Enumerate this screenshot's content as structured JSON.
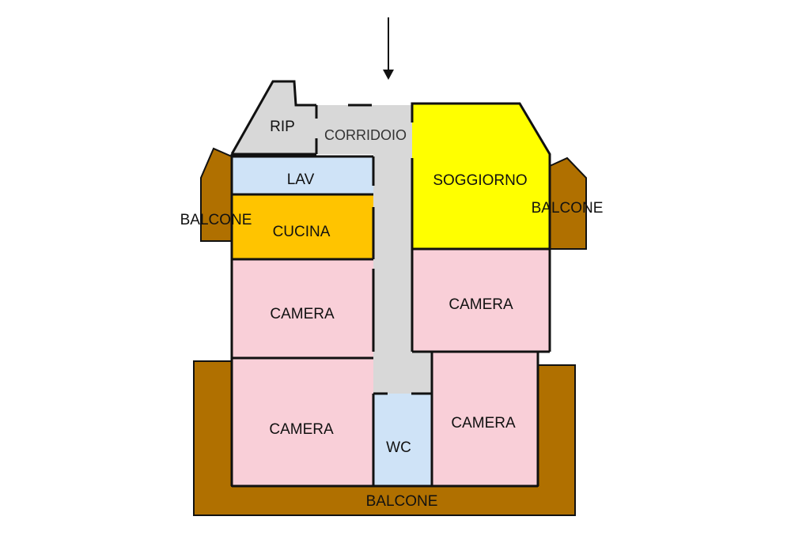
{
  "rooms": {
    "rip": "RIP",
    "corridoio": "CORRIDOIO",
    "lav": "LAV",
    "cucina": "CUCINA",
    "soggiorno": "SOGGIORNO",
    "camera_mid_left": "CAMERA",
    "camera_mid_right": "CAMERA",
    "camera_bottom_left": "CAMERA",
    "camera_bottom_right": "CAMERA",
    "wc": "WC",
    "balcone_left": "BALCONE",
    "balcone_right": "BALCONE",
    "balcone_bottom": "BALCONE"
  },
  "colors": {
    "balcony": "#b07000",
    "corridor": "#d8d8d8",
    "bath": "#cfe3f7",
    "kitchen": "#ffc400",
    "living": "#ffff00",
    "bedroom": "#f9cfd8",
    "wall": "#111111"
  },
  "entrance_arrow": "arrow-down-icon"
}
